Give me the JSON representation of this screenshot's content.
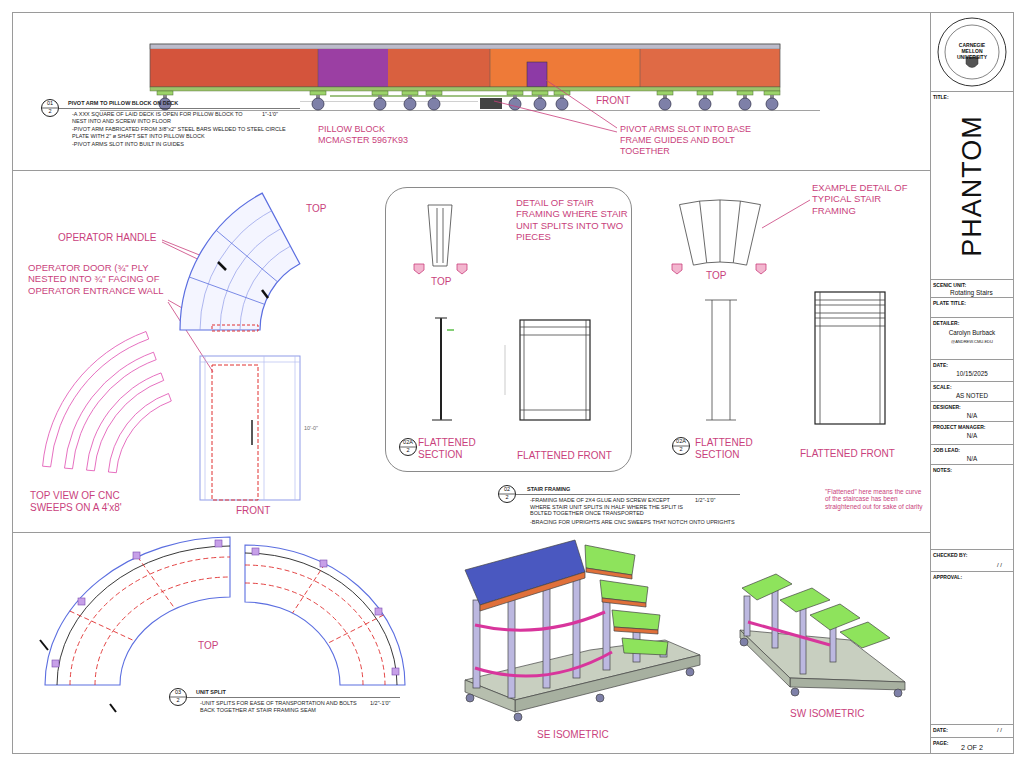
{
  "diagram": {
    "nodes": [
      {
        "text": [
          "01",
          "2"
        ]
      },
      {
        "text": [
          "DETAIL OF STAIR FRAMING WHERE STAIR UNIT SPLITS INTO TWO PIECES"
        ]
      },
      {
        "text": [
          "02A",
          "2"
        ],
        "in": 1
      },
      {
        "text": [
          "02A",
          "2"
        ]
      },
      {
        "text": [
          "02",
          "2"
        ]
      },
      {
        "text": [
          "03",
          "2"
        ]
      },
      {
        "text": [
          "CARNEGIE MELLON UNIVERSITY"
        ]
      },
      {
        "text": [
          "TITLE:",
          "PHANTOM"
        ]
      },
      {
        "text": [
          "SCENIC UNIT:",
          "Rotating Stairs"
        ]
      },
      {
        "text": [
          "PLATE TITLE:"
        ]
      },
      {
        "text": [
          "DETAILER:",
          "Carolyn Burback",
          "@ANDREW.CMU.EDU"
        ]
      },
      {
        "text": [
          "DATE:",
          "10/15/2025"
        ]
      },
      {
        "text": [
          "SCALE:",
          "AS NOTED"
        ]
      },
      {
        "text": [
          "DESIGNER:",
          "N/A"
        ]
      },
      {
        "text": [
          "PROJECT MANAGER:",
          "N/A"
        ]
      },
      {
        "text": [
          "JOB LEAD:",
          "N/A"
        ]
      },
      {
        "text": [
          "NOTES:"
        ]
      },
      {
        "text": [
          "CHECKED BY:",
          "/ /"
        ]
      },
      {
        "text": [
          "APPROVAL:"
        ]
      },
      {
        "text": [
          "DATE:",
          "/ /"
        ]
      },
      {
        "text": [
          "PAGE:",
          "2 OF 2"
        ]
      }
    ],
    "labels": [
      "PIVOT ARM TO PILLOW BLOCK ON DECK",
      "-A XXX SQUARE OF LAID DECK IS OPEN FOR PILLOW BLOCK TO NEST INTO AND SCREW INTO FLOOR",
      "1\"-1'0\"",
      "-PIVOT ARM FABRICATED FROM 3/8\"x2\" STEEL BARS WELDED TO STEEL CIRCLE PLATE WITH 2\" ø SHAFT SET INTO PILLOW BLOCK",
      "-PIVOT ARMS SLOT INTO BUILT IN GUIDES",
      "PILLOW BLOCK MCMASTER 5967K93",
      "FRONT",
      "PIVOT ARMS SLOT INTO BASE FRAME GUIDES AND BOLT TOGETHER",
      "TOP",
      "OPERATOR HANDLE",
      "OPERATOR DOOR (¾\" PLY NESTED INTO ¾\" FACING OF OPERATOR ENTRANCE WALL",
      "10'-0\"",
      "TOP VIEW OF CNC SWEEPS ON A 4'x8'",
      "FRONT",
      "TOP",
      "FLATTENED SECTION",
      "FLATTENED FRONT",
      "EXAMPLE DETAIL OF TYPICAL STAIR FRAMING",
      "TOP",
      "FLATTENED SECTION",
      "FLATTENED FRONT",
      "STAIR FRAMING",
      "-FRAMING MADE OF 2X4 GLUE AND SCREW EXCEPT WHERE STAIR UNIT SPLITS IN HALF WHERE THE SPLIT IS BOLTED TOGETHER ONCE TRANSPORTED",
      "1/2\"-1'0\"",
      "-BRACING FOR UPRIGHTS ARE CNC SWEEPS THAT NOTCH ONTO UPRIGHTS",
      "\"Flattened\" here means the curve of the staircase has been straightened out for sake of clarity",
      "TOP",
      "UNIT SPLIT",
      "-UNIT SPLITS FOR EASE OF TRANSPORTATION AND BOLTS BACK TOGETHER AT STAIR FRAMING SEAM",
      "1/2\"-1'0\"",
      "SE ISOMETRIC",
      "SW ISOMETRIC"
    ]
  }
}
